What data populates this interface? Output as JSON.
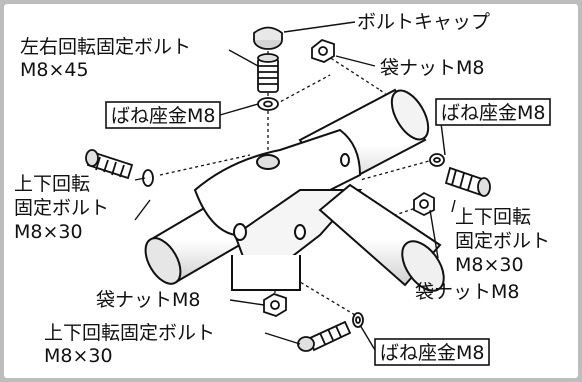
{
  "labels": {
    "bolt_cap": "ボルトキャップ",
    "lr_bolt_line1": "左右回転固定ボルト",
    "lr_bolt_line2": "M8×45",
    "cap_nut_top": "袋ナットM8",
    "washer_left": "ばね座金M8",
    "washer_right": "ばね座金M8",
    "ud_bolt_left_line1": "上下回転",
    "ud_bolt_left_line2": "固定ボルト",
    "ud_bolt_left_line3": "M8×30",
    "ud_bolt_right_line1": "上下回転",
    "ud_bolt_right_line2": "固定ボルト",
    "ud_bolt_right_line3": "M8×30",
    "cap_nut_right": "袋ナットM8",
    "cap_nut_bottom": "袋ナットM8",
    "ud_bolt_bottom_line1": "上下回転固定ボルト",
    "ud_bolt_bottom_line2": "M8×30",
    "washer_bottom": "ばね座金M8"
  },
  "colors": {
    "outline": "#111111",
    "part_fill": "#ffffff",
    "part_shade": "#d8d8d8",
    "frame_background": "#bdbdbd"
  }
}
